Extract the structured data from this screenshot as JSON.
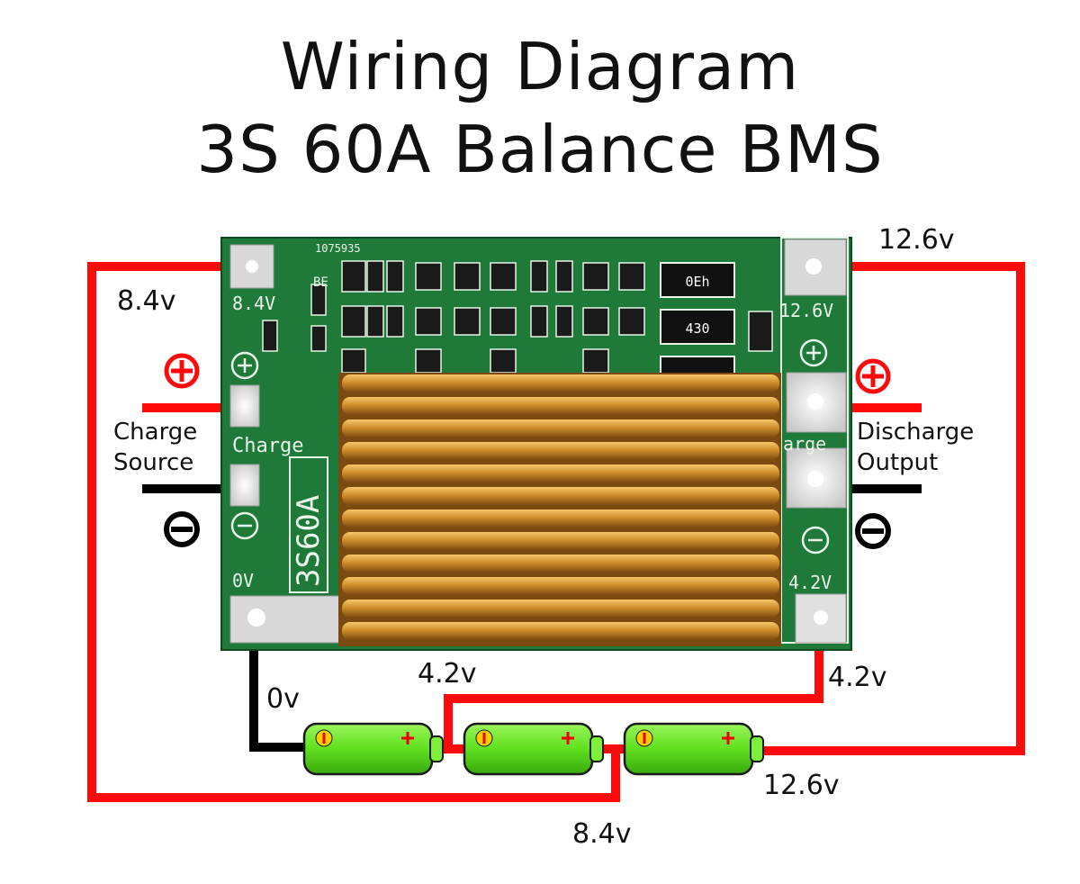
{
  "title": {
    "line1": "Wiring Diagram",
    "line2": "3S 60A Balance BMS"
  },
  "labels": {
    "top_left_8v4": "8.4v",
    "top_right_12v6": "12.6v",
    "charge_source_l1": "Charge",
    "charge_source_l2": "Source",
    "discharge_output_l1": "Discharge",
    "discharge_output_l2": "Output",
    "zero_v": "0v",
    "mid_4v2": "4.2v",
    "right_4v2": "4.2v",
    "bottom_12v6": "12.6v",
    "bottom_8v4": "8.4v"
  },
  "board_silkscreen": {
    "pad_8v4": "8.4V",
    "pad_12v6": "12.6V",
    "pad_0v": "0V",
    "pad_4v2": "4.2V",
    "charge_left": "Charge",
    "charge_right": "harge",
    "model": "3S60A",
    "serial": "1075935",
    "be": "BE",
    "resistor_1": "0Eh",
    "resistor_2": "430"
  },
  "colors": {
    "wire_red": "#ff0a0a",
    "wire_black": "#000000",
    "pcb_green": "#1f7a3a",
    "heatsink_gold": "#c8862a",
    "battery_green": "#5fe01e"
  },
  "icons": [
    "plus-circle-icon",
    "minus-circle-icon"
  ]
}
